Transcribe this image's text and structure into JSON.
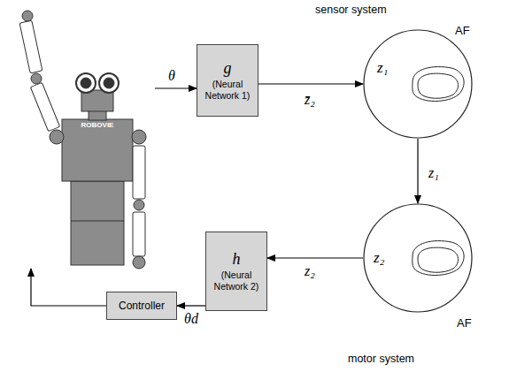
{
  "diagram": {
    "nodes": [
      {
        "text": [
          "ROBOVIE"
        ]
      },
      {
        "text": [
          "g",
          "(Neural Network 1)"
        ]
      },
      {
        "text": [
          "z₁",
          "AF"
        ]
      },
      {
        "text": [
          "z₂",
          "AF"
        ]
      },
      {
        "text": [
          "h",
          "(Neural Network 2)"
        ]
      },
      {
        "text": [
          "Controller"
        ]
      }
    ],
    "edges": [
      {
        "from": 0,
        "to": 1,
        "arrow": "to",
        "label": "θ"
      },
      {
        "from": 1,
        "to": 2,
        "arrow": "to",
        "label": "z̄₂"
      },
      {
        "from": 2,
        "to": 3,
        "arrow": "to",
        "label": "z₁"
      },
      {
        "from": 3,
        "to": 4,
        "arrow": "to",
        "label": "z₂"
      },
      {
        "from": 4,
        "to": 5,
        "arrow": "to",
        "label": "θd"
      },
      {
        "from": 5,
        "to": 0,
        "arrow": "to"
      }
    ],
    "labels": [
      "sensor system",
      "motor system"
    ]
  }
}
